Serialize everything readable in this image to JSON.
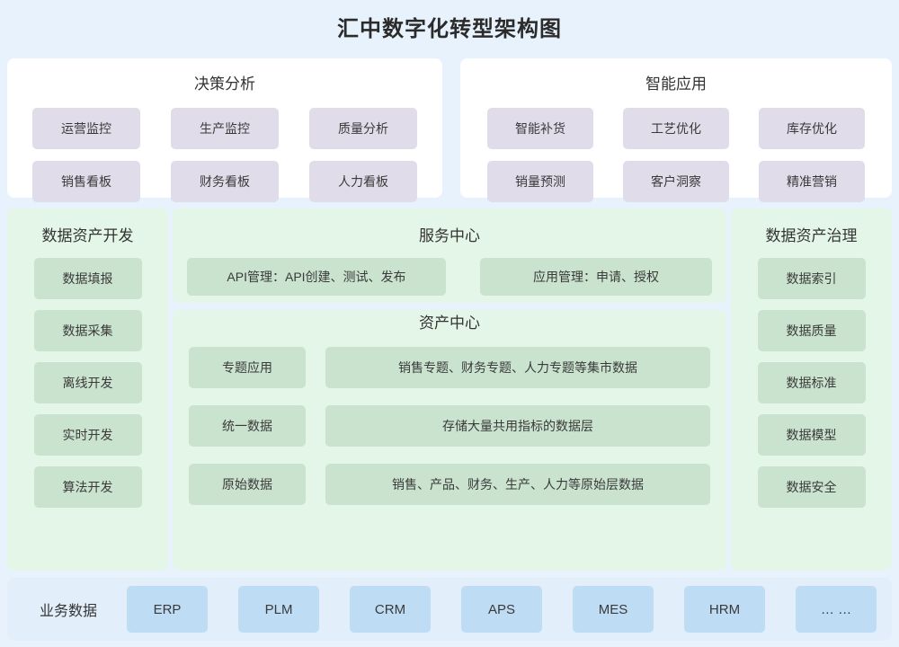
{
  "title": "汇中数字化转型架构图",
  "theme": {
    "page_background": "#e8f2fc",
    "white_panel": "#ffffff",
    "green_panel": "#e4f6e7",
    "green_chip": "#c9e3ce",
    "purple_chip": "#e0dcea",
    "blue_band": "#e2effb",
    "blue_chip": "#bfdcf5",
    "text": "#333333"
  },
  "layers": {
    "application": {
      "decision": {
        "title": "决策分析",
        "items": [
          {
            "label": "运营监控"
          },
          {
            "label": "生产监控"
          },
          {
            "label": "质量分析"
          },
          {
            "label": "销售看板"
          },
          {
            "label": "财务看板"
          },
          {
            "label": "人力看板"
          }
        ]
      },
      "intelligent": {
        "title": "智能应用",
        "items": [
          {
            "label": "智能补货"
          },
          {
            "label": "工艺优化"
          },
          {
            "label": "库存优化"
          },
          {
            "label": "销量预测"
          },
          {
            "label": "客户洞察"
          },
          {
            "label": "精准营销"
          }
        ]
      }
    },
    "platform": {
      "development": {
        "title": "数据资产开发",
        "items": [
          {
            "label": "数据填报"
          },
          {
            "label": "数据采集"
          },
          {
            "label": "离线开发"
          },
          {
            "label": "实时开发"
          },
          {
            "label": "算法开发"
          }
        ]
      },
      "governance": {
        "title": "数据资产治理",
        "items": [
          {
            "label": "数据索引"
          },
          {
            "label": "数据质量"
          },
          {
            "label": "数据标准"
          },
          {
            "label": "数据模型"
          },
          {
            "label": "数据安全"
          }
        ]
      },
      "service_center": {
        "title": "服务中心",
        "items": [
          {
            "label": "API管理：API创建、测试、发布"
          },
          {
            "label": "应用管理：申请、授权"
          }
        ]
      },
      "asset_center": {
        "title": "资产中心",
        "rows": [
          {
            "label": "专题应用",
            "desc": "销售专题、财务专题、人力专题等集市数据"
          },
          {
            "label": "统一数据",
            "desc": "存储大量共用指标的数据层"
          },
          {
            "label": "原始数据",
            "desc": "销售、产品、财务、生产、人力等原始层数据"
          }
        ]
      }
    },
    "source": {
      "label": "业务数据",
      "systems": [
        {
          "label": "ERP"
        },
        {
          "label": "PLM"
        },
        {
          "label": "CRM"
        },
        {
          "label": "APS"
        },
        {
          "label": "MES"
        },
        {
          "label": "HRM"
        },
        {
          "label": "… …"
        }
      ]
    }
  }
}
